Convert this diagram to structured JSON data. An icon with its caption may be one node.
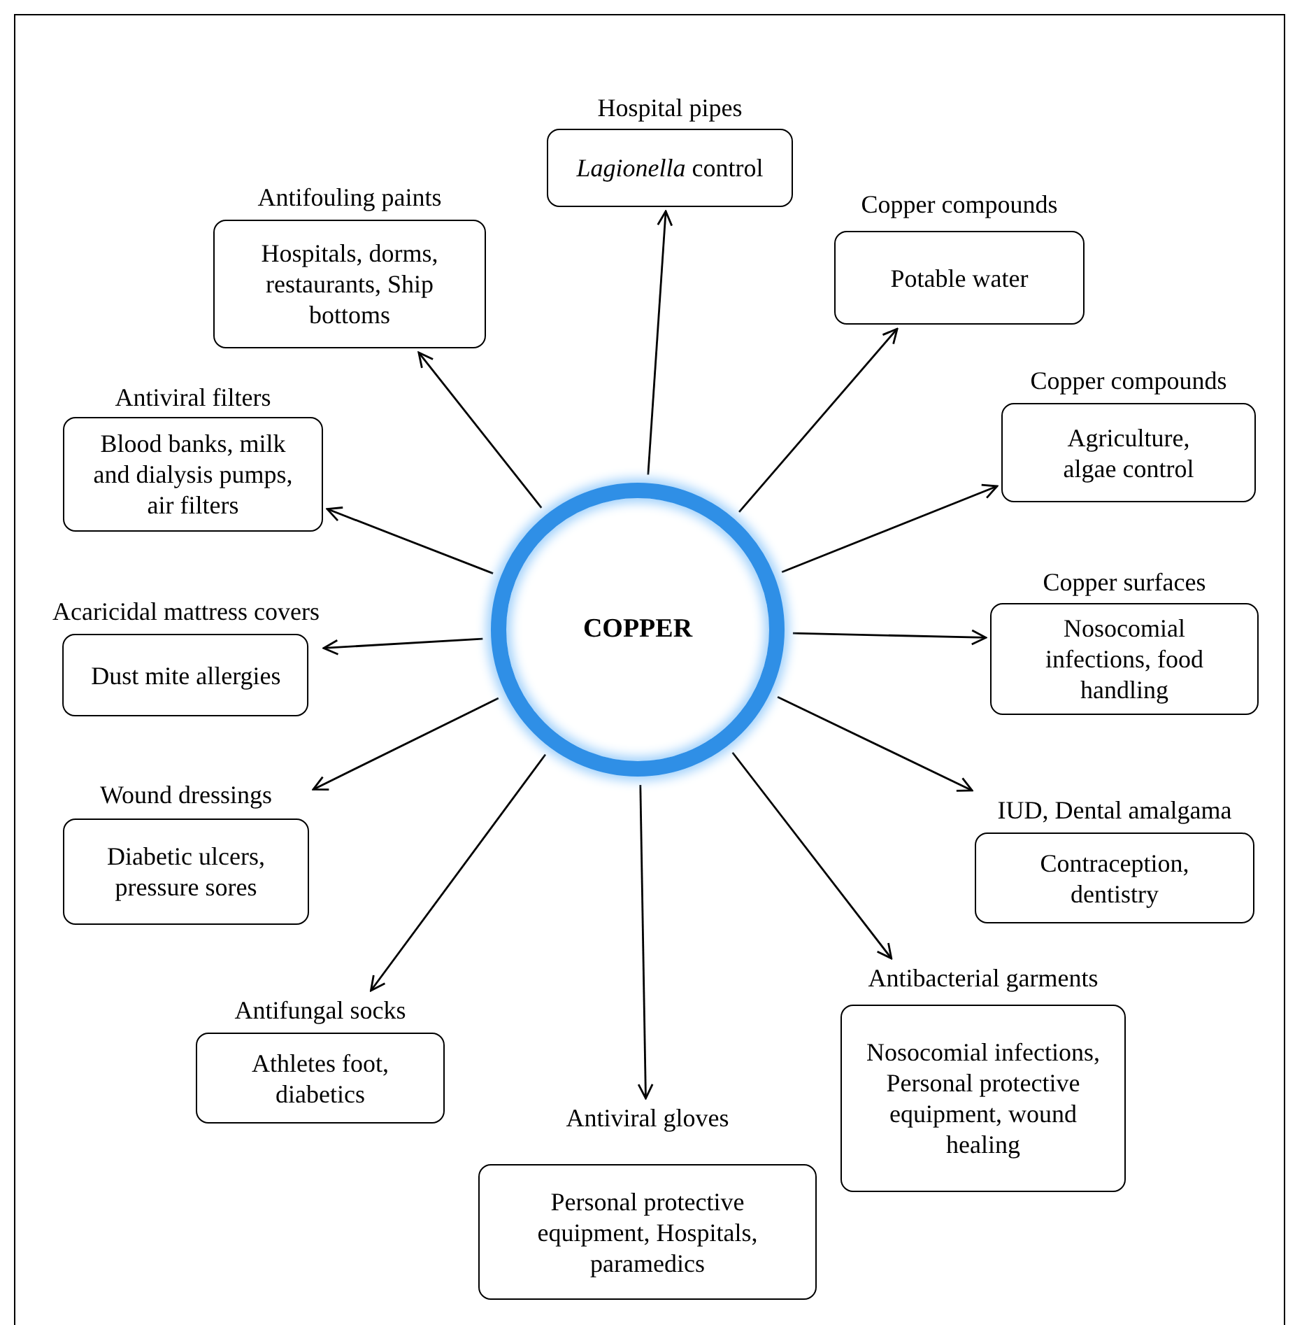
{
  "diagram": {
    "nodes": [
      {
        "text": [
          "COPPER"
        ]
      },
      {
        "text": [
          "Hospital pipes",
          "*Lagionella* control"
        ]
      },
      {
        "text": [
          "Antifouling paints",
          "Hospitals, dorms, restaurants, Ship bottoms"
        ]
      },
      {
        "text": [
          "Copper compounds",
          "Potable water"
        ]
      },
      {
        "text": [
          "Antiviral filters",
          "Blood banks, milk and dialysis pumps, air filters"
        ]
      },
      {
        "text": [
          "Copper compounds",
          "Agriculture, algae control"
        ]
      },
      {
        "text": [
          "Acaricidal mattress covers",
          "Dust mite allergies"
        ]
      },
      {
        "text": [
          "Copper surfaces",
          "Nosocomial infections, food handling"
        ]
      },
      {
        "text": [
          "Wound dressings",
          "Diabetic ulcers, pressure sores"
        ]
      },
      {
        "text": [
          "IUD, Dental amalgama",
          "Contraception, dentistry"
        ]
      },
      {
        "text": [
          "Antifungal socks",
          "Athletes foot, diabetics"
        ]
      },
      {
        "text": [
          "Antibacterial garments",
          "Nosocomial infections, Personal protective equipment, wound healing"
        ]
      },
      {
        "text": [
          "Antiviral gloves",
          "Personal protective equipment, Hospitals, paramedics"
        ]
      }
    ],
    "edges": [
      {
        "from": 0,
        "to": 1,
        "arrow": "to"
      },
      {
        "from": 0,
        "to": 2,
        "arrow": "to"
      },
      {
        "from": 0,
        "to": 3,
        "arrow": "to"
      },
      {
        "from": 0,
        "to": 4,
        "arrow": "to"
      },
      {
        "from": 0,
        "to": 5,
        "arrow": "to"
      },
      {
        "from": 0,
        "to": 6,
        "arrow": "to"
      },
      {
        "from": 0,
        "to": 7,
        "arrow": "to"
      },
      {
        "from": 0,
        "to": 8,
        "arrow": "to"
      },
      {
        "from": 0,
        "to": 9,
        "arrow": "to"
      },
      {
        "from": 0,
        "to": 10,
        "arrow": "to"
      },
      {
        "from": 0,
        "to": 11,
        "arrow": "to"
      },
      {
        "from": 0,
        "to": 12,
        "arrow": "to"
      }
    ]
  }
}
